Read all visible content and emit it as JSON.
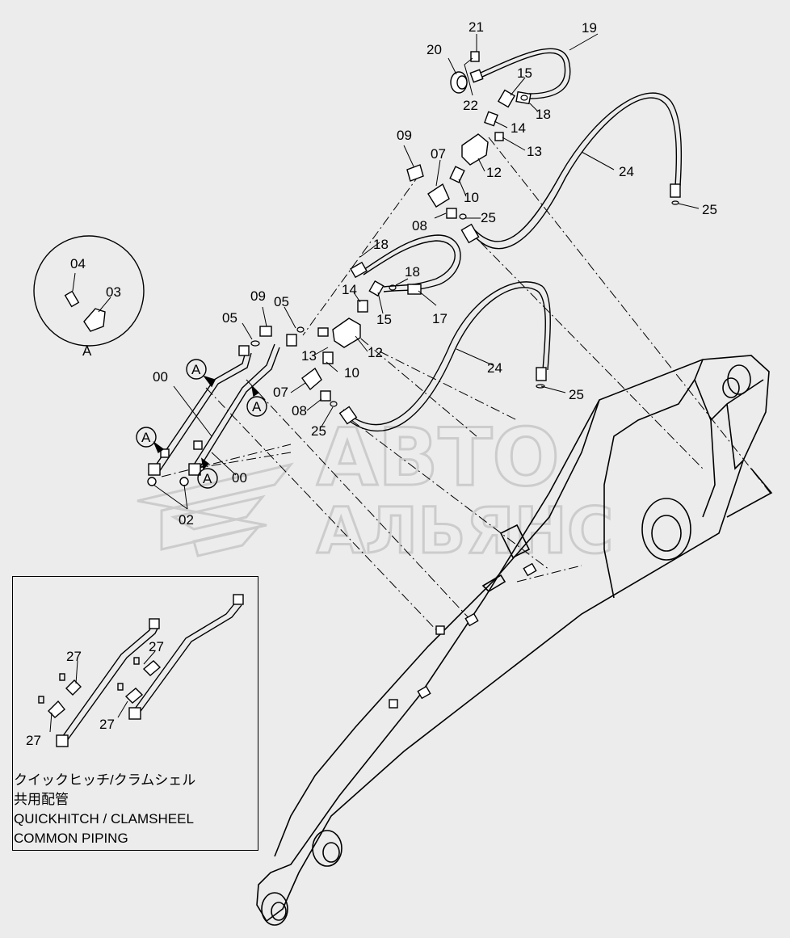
{
  "callouts": {
    "c00a": "00",
    "c00b": "00",
    "c02": "02",
    "c03": "03",
    "c04": "04",
    "c05a": "05",
    "c05b": "05",
    "c07a": "07",
    "c07b": "07",
    "c08a": "08",
    "c08b": "08",
    "c09a": "09",
    "c09b": "09",
    "c10a": "10",
    "c10b": "10",
    "c12a": "12",
    "c12b": "12",
    "c13a": "13",
    "c13b": "13",
    "c14a": "14",
    "c14b": "14",
    "c15a": "15",
    "c15b": "15",
    "c17": "17",
    "c18a": "18",
    "c18b": "18",
    "c18c": "18",
    "c19": "19",
    "c20": "20",
    "c21": "21",
    "c22": "22",
    "c24a": "24",
    "c24b": "24",
    "c25a": "25",
    "c25b": "25",
    "c25c": "25",
    "c25d": "25",
    "c27a": "27",
    "c27b": "27",
    "c27c": "27",
    "c27d": "27"
  },
  "view_markers": {
    "detail": "A",
    "a1": "A",
    "a2": "A",
    "a3": "A",
    "a4": "A"
  },
  "inset": {
    "caption_jp_1": "クイックヒッチ/クラムシェル",
    "caption_jp_2": "共用配管",
    "caption_en_1": "QUICKHITCH / CLAMSHEEL",
    "caption_en_2": "COMMON  PIPING"
  },
  "watermark": {
    "line1": "АВТО",
    "line2": "АЛЬЯНС"
  }
}
